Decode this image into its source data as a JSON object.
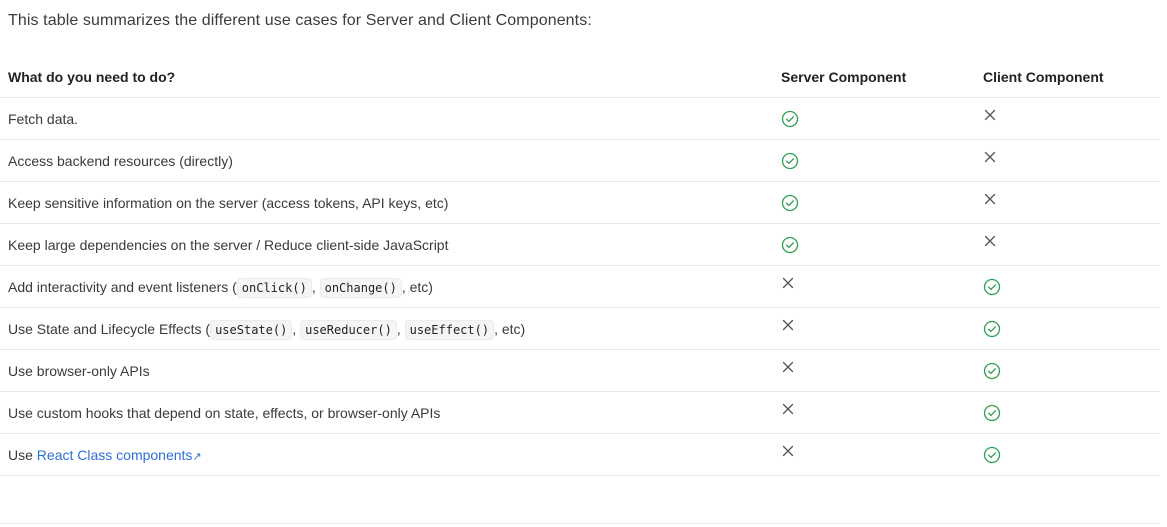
{
  "intro": "This table summarizes the different use cases for Server and Client Components:",
  "headers": {
    "task": "What do you need to do?",
    "server": "Server Component",
    "client": "Client Component"
  },
  "rows": [
    {
      "text": "Fetch data.",
      "server": "check-icon",
      "client": "x-icon"
    },
    {
      "text": "Access backend resources (directly)",
      "server": "check-icon",
      "client": "x-icon"
    },
    {
      "text": "Keep sensitive information on the server (access tokens, API keys, etc)",
      "server": "check-icon",
      "client": "x-icon"
    },
    {
      "text": "Keep large dependencies on the server / Reduce client-side JavaScript",
      "server": "check-icon",
      "client": "x-icon"
    },
    {
      "prefix": "Add interactivity and event listeners (",
      "code1": "onClick()",
      "sep1": ",",
      "code2": "onChange()",
      "suffix": ", etc)",
      "server": "x-icon",
      "client": "check-icon"
    },
    {
      "prefix": "Use State and Lifecycle Effects (",
      "code1": "useState()",
      "sep1": ",",
      "code2": "useReducer()",
      "sep2": ",",
      "code3": "useEffect()",
      "suffix": ", etc)",
      "server": "x-icon",
      "client": "check-icon"
    },
    {
      "text": "Use browser-only APIs",
      "server": "x-icon",
      "client": "check-icon"
    },
    {
      "text": "Use custom hooks that depend on state, effects, or browser-only APIs",
      "server": "x-icon",
      "client": "check-icon"
    },
    {
      "prefix": "Use",
      "link": "React Class components",
      "link_icon": "↗",
      "server": "x-icon",
      "client": "check-icon"
    }
  ],
  "colors": {
    "check": "#2e9e4f",
    "x": "#555555",
    "link": "#2f6fd6"
  }
}
